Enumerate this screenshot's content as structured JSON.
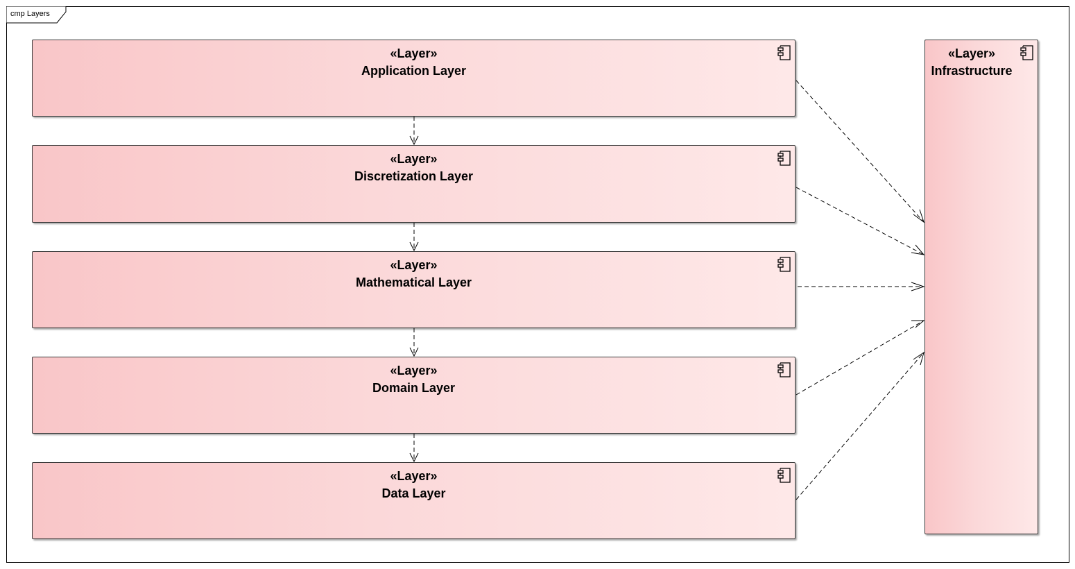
{
  "frame": {
    "label": "cmp Layers"
  },
  "components": {
    "application": {
      "stereotype": "«Layer»",
      "name": "Application Layer"
    },
    "discretization": {
      "stereotype": "«Layer»",
      "name": "Discretization Layer"
    },
    "mathematical": {
      "stereotype": "«Layer»",
      "name": "Mathematical Layer"
    },
    "domain": {
      "stereotype": "«Layer»",
      "name": "Domain Layer"
    },
    "data": {
      "stereotype": "«Layer»",
      "name": "Data Layer"
    },
    "infrastructure": {
      "stereotype": "«Layer»",
      "name": "Infrastructure"
    }
  },
  "dependencies": [
    {
      "from": "Application Layer",
      "to": "Discretization Layer"
    },
    {
      "from": "Discretization Layer",
      "to": "Mathematical Layer"
    },
    {
      "from": "Mathematical Layer",
      "to": "Domain Layer"
    },
    {
      "from": "Domain Layer",
      "to": "Data Layer"
    },
    {
      "from": "Application Layer",
      "to": "Infrastructure"
    },
    {
      "from": "Discretization Layer",
      "to": "Infrastructure"
    },
    {
      "from": "Mathematical Layer",
      "to": "Infrastructure"
    },
    {
      "from": "Domain Layer",
      "to": "Infrastructure"
    },
    {
      "from": "Data Layer",
      "to": "Infrastructure"
    }
  ],
  "colors": {
    "fill_dark": "#f9c6c8",
    "fill_light": "#fee8e8",
    "stroke": "#000000"
  },
  "icons": {
    "component": "component-icon"
  }
}
